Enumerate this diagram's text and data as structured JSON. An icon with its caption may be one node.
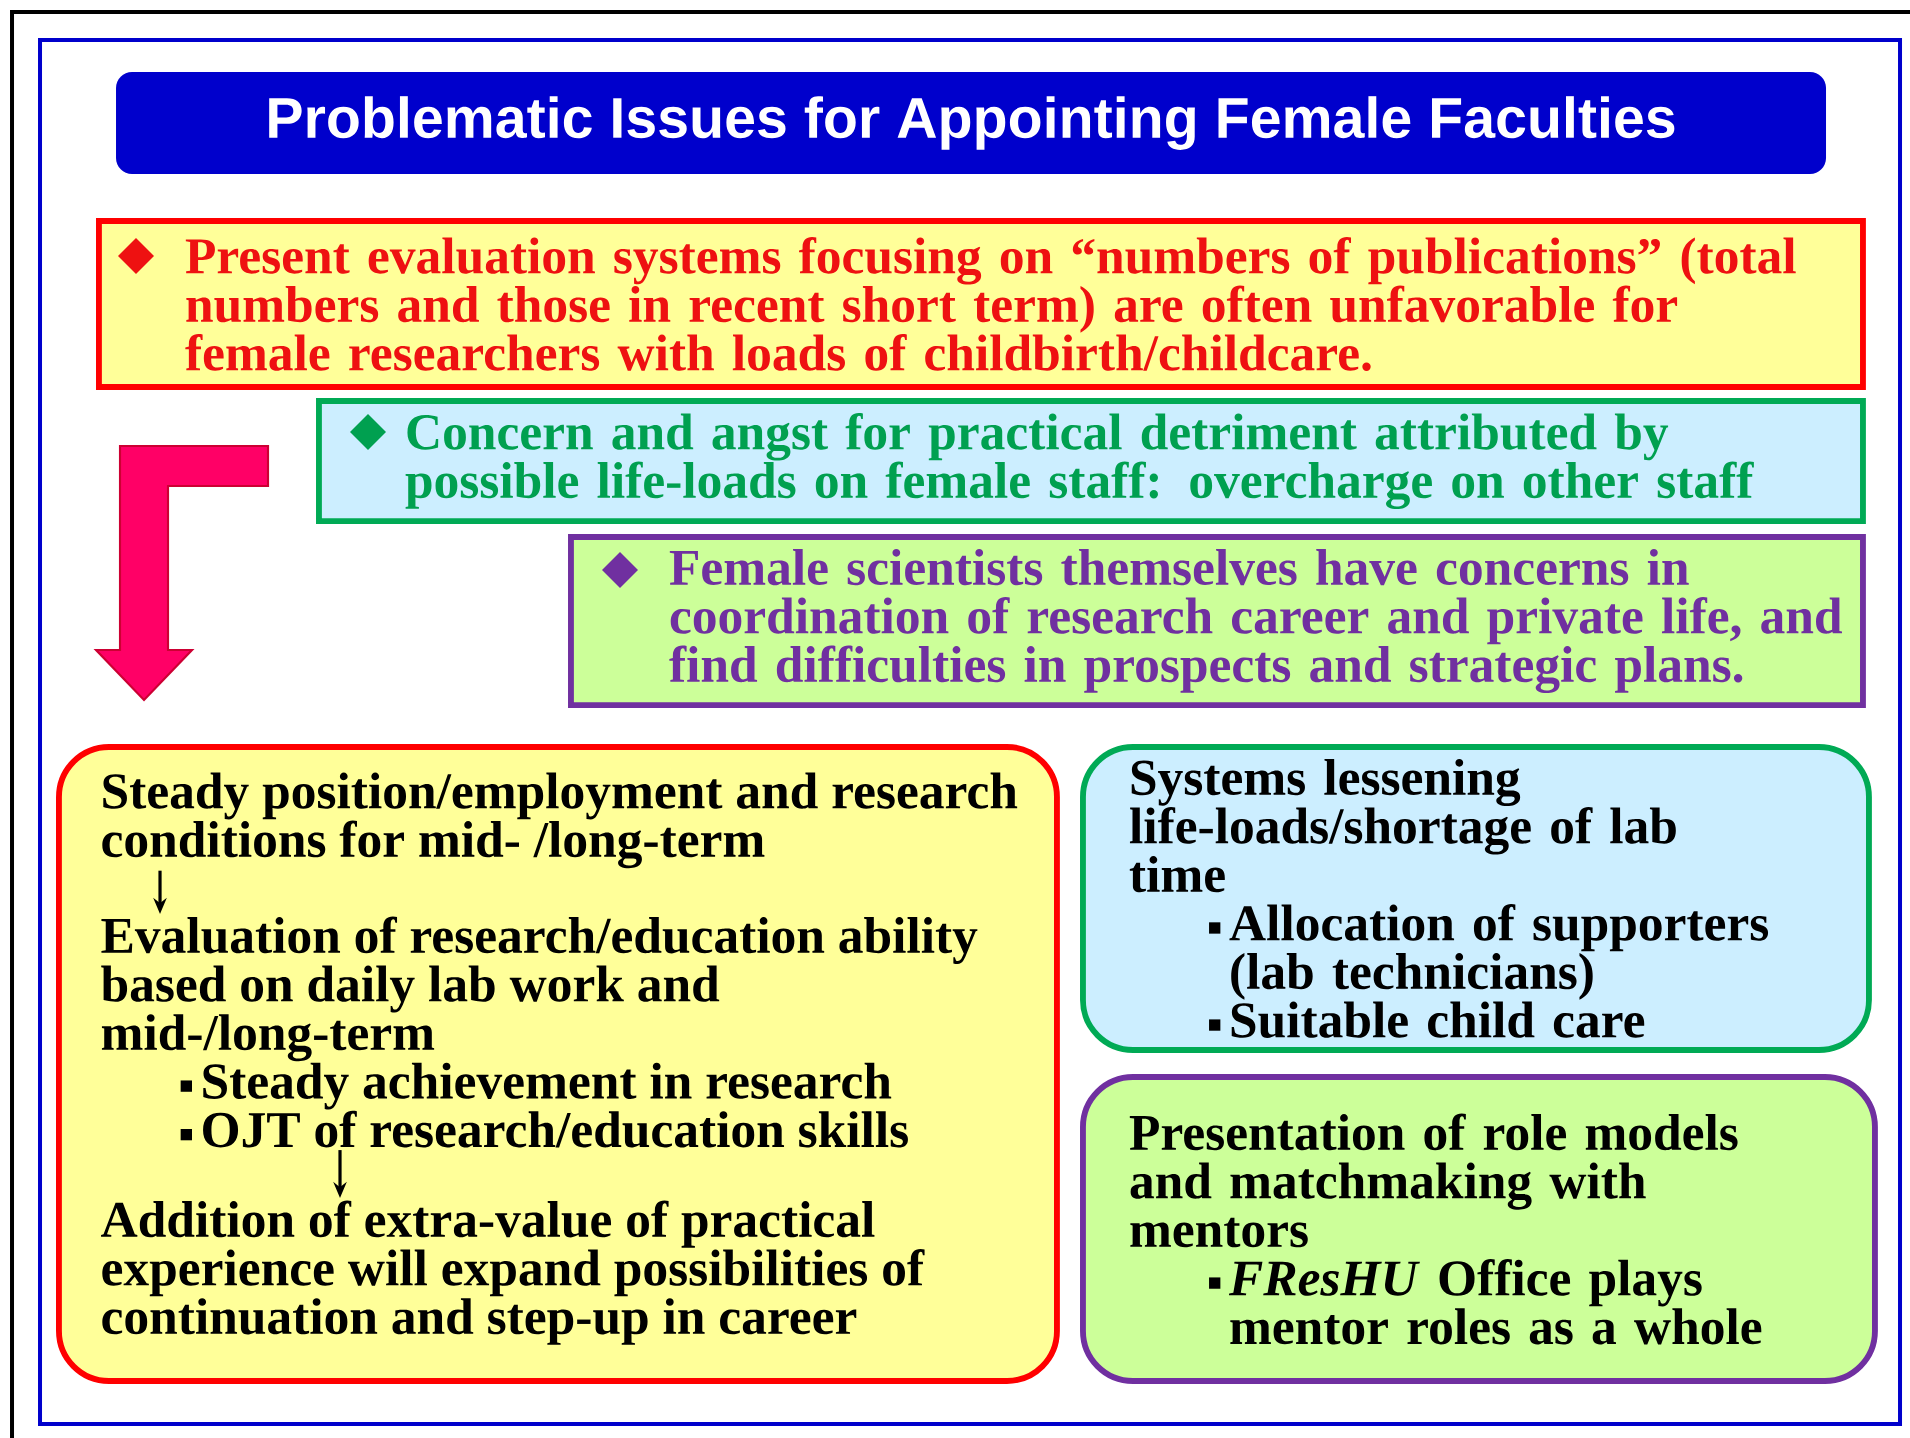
{
  "diagram": {
    "title": "Problematic Issues for Appointing Female Faculties",
    "nodes": [
      {
        "text": [
          "Present evaluation systems focusing on “numbers of publications” (total numbers and those in recent short term) are often unfavorable for female researchers with loads of childbirth/childcare."
        ]
      },
      {
        "text": [
          "Concern and angst for practical detriment attributed by possible life-loads on female staff:  overcharge on other staff"
        ]
      },
      {
        "text": [
          "Female scientists themselves have concerns in coordination of research career and private life, and find difficulties in prospects and strategic plans."
        ]
      },
      {
        "text": [],
        "shape": "box"
      },
      {
        "text": [
          "Steady position/employment and research conditions for mid- /long-term"
        ],
        "in": 3
      },
      {
        "text": [
          "Evaluation of research/education ability based on daily lab work and mid-/long-term",
          "Steady achievement in research",
          "OJT of research/education skills"
        ],
        "in": 3
      },
      {
        "text": [
          "Addition of extra-value of practical experience will expand possibilities of continuation and step-up in career"
        ],
        "in": 3
      },
      {
        "text": [
          "Systems lessening life-loads/shortage of lab time",
          "Allocation of  supporters (lab technicians)",
          "Suitable child care"
        ]
      },
      {
        "text": [
          "Presentation of role models and matchmaking with mentors",
          "*FResHU* Office plays mentor roles as a whole"
        ]
      }
    ],
    "edges": [
      {
        "from": null,
        "to": 3,
        "arrow": "to",
        "style": "thick",
        "color": "#ff0066"
      },
      {
        "from": 4,
        "to": 5,
        "arrow": "to"
      },
      {
        "from": 5,
        "to": 6,
        "arrow": "to"
      }
    ]
  }
}
